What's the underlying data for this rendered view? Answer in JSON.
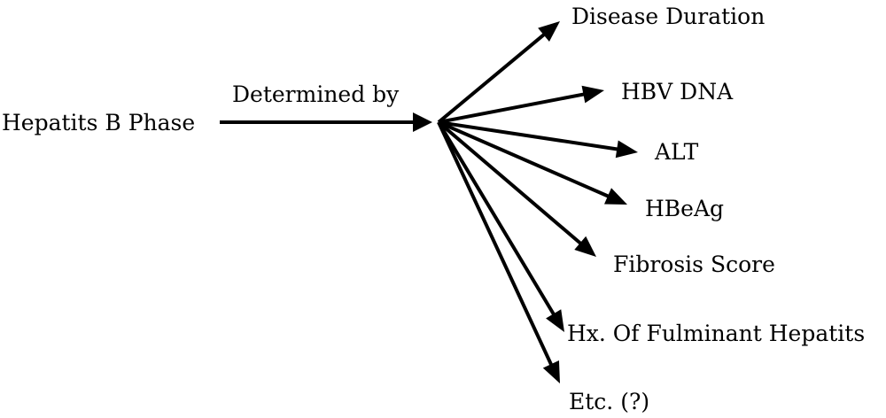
{
  "diagram": {
    "source_label": "Hepatits B Phase",
    "connector_label": "Determined by",
    "factors": [
      "Disease Duration",
      "HBV DNA",
      "ALT",
      "HBeAg",
      "Fibrosis Score",
      "Hx. Of Fulminant Hepatits",
      "Etc. (?)"
    ],
    "stroke_color": "#000000",
    "text_color": "#000000"
  }
}
